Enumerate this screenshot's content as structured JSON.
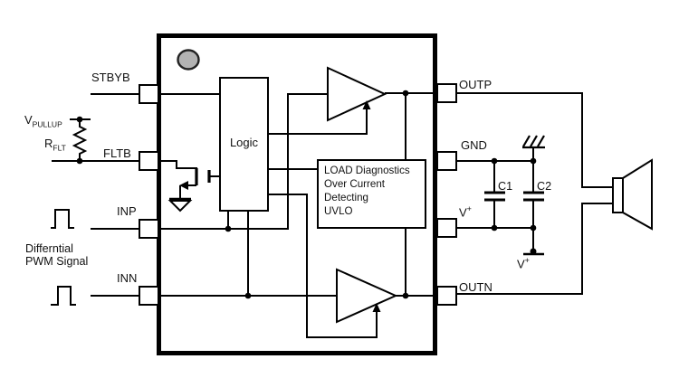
{
  "labels": {
    "stbyb": "STBYB",
    "fltb": "FLTB",
    "inp": "INP",
    "inn": "INN",
    "outp": "OUTP",
    "gnd": "GND",
    "outn": "OUTN",
    "v_pullup_base": "V",
    "v_pullup_sub": "PULLUP",
    "r_flt_base": "R",
    "r_flt_sub": "FLT",
    "v_plus_base": "V",
    "v_plus_sup": "+",
    "differential_line1": "Differntial",
    "differential_line2": "PWM Signal",
    "logic": "Logic",
    "c1": "C1",
    "c2": "C2"
  },
  "load_block": {
    "lines": [
      "LOAD Diagnostics",
      "Over Current",
      "Detecting",
      "UVLO"
    ]
  },
  "icons": {
    "pin1_marker": "pin1-dot-icon",
    "resistor": "resistor-icon",
    "mosfet": "mosfet-icon",
    "signal_ground": "ground-icon",
    "chassis_ground": "chassis-ground-icon",
    "capacitors": [
      "capacitor-c1-icon",
      "capacitor-c2-icon"
    ],
    "amplifiers": [
      "amplifier-top-icon",
      "amplifier-bottom-icon"
    ],
    "speaker": "speaker-icon",
    "pwm_waveforms": [
      "pwm-waveform-inp-icon",
      "pwm-waveform-inn-icon"
    ]
  },
  "colors": {
    "line": "#000000",
    "background": "#ffffff",
    "block_fill": "#ffffff",
    "pin1_dot_fill": "#b3b3b3"
  }
}
